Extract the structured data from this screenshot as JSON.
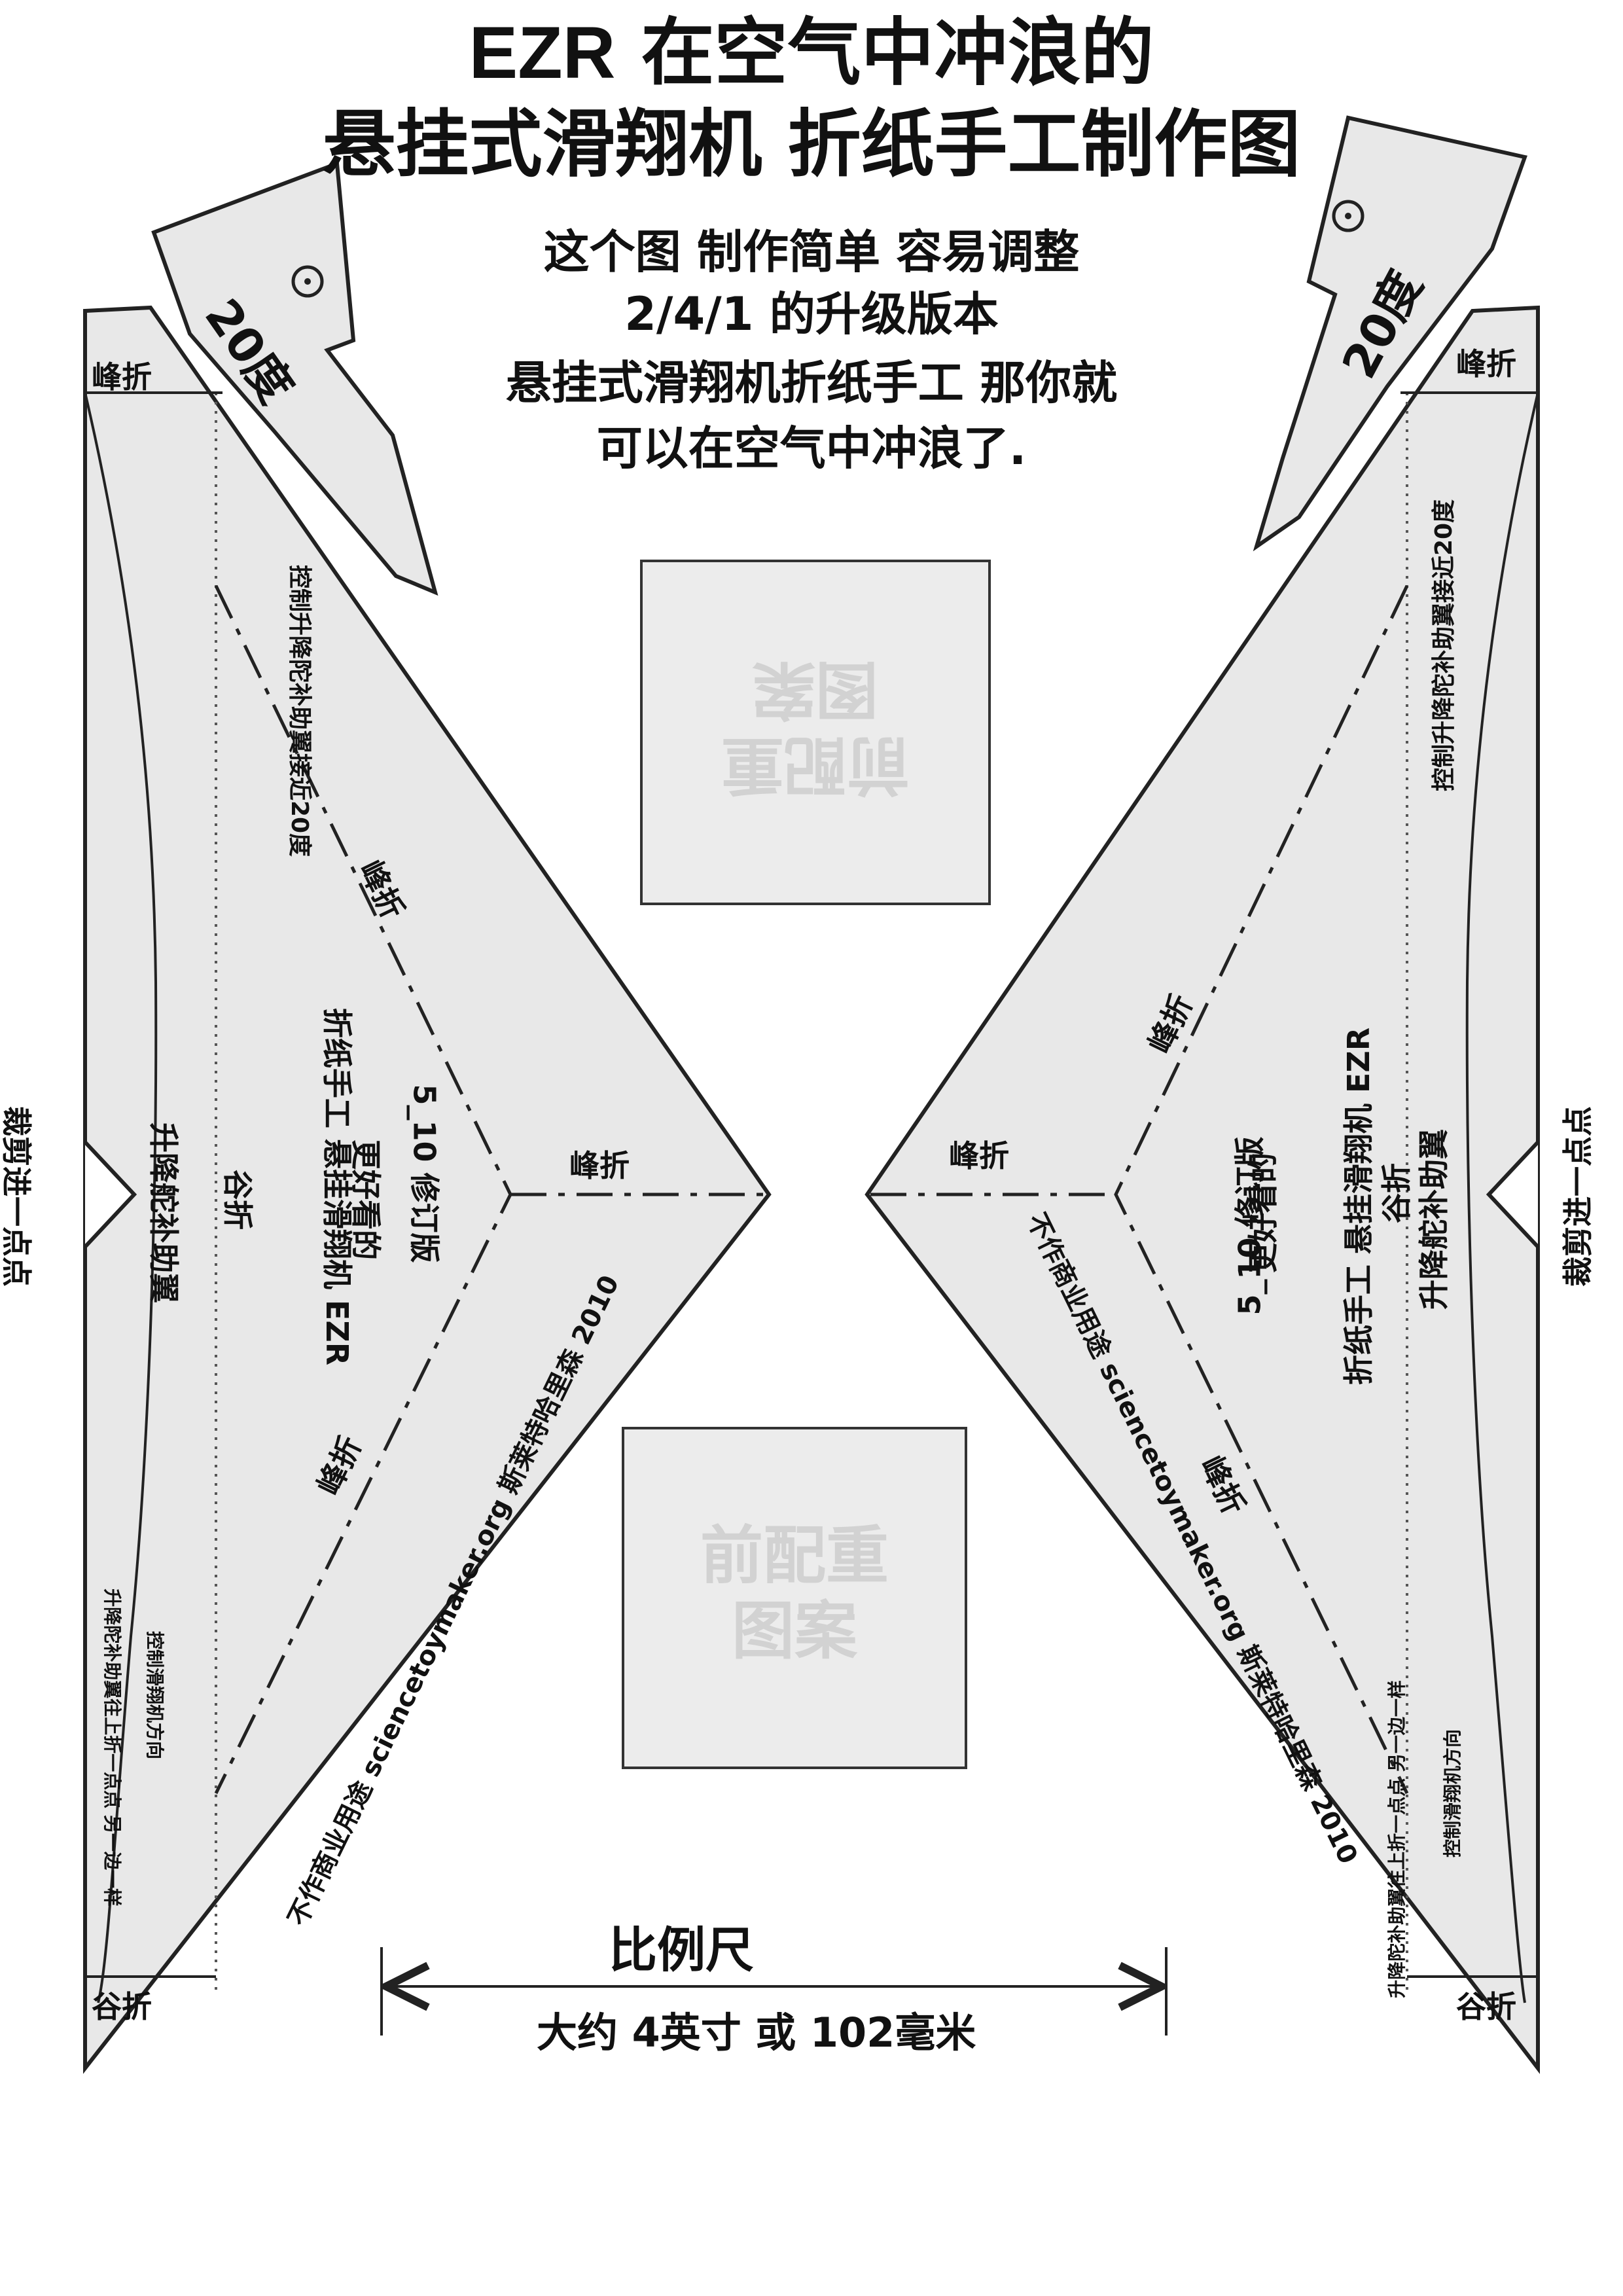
{
  "title": {
    "brand": "EZR",
    "line1_rest": "在空气中冲浪的",
    "line2": "悬挂式滑翔机 折纸手工制作图"
  },
  "subtitle": [
    "这个图 制作简单 容易调整",
    "2/4/1 的升级版本",
    "悬挂式滑翔机折纸手工 那你就",
    "可以在空气中冲浪了."
  ],
  "fin_angle": "20度",
  "ballast_pad_label": "前配重图案",
  "ballast_pad_lines": [
    "前配重",
    "图案"
  ],
  "wing_labels": {
    "mountain_fold": "峰折",
    "valley_fold": "谷折",
    "elevator_control": "控制升降陀补助翼接近20度",
    "cut_in": "裁剪进一点点",
    "elevon": "升降舵补助翼",
    "version": [
      "5_10 修订版",
      "更好看的",
      "折纸手工 悬挂滑翔机 EZR"
    ],
    "credit": "不作商业用途 sciencetoymaker.org 斯莱特哈里森 2010",
    "steer_line1": "升降陀补助翼往上折一点点 另一边一样",
    "steer_line2": "控制滑翔机方向"
  },
  "scale": {
    "label": "比例尺",
    "value": "大约 4英寸 或 102毫米"
  },
  "colors": {
    "paper": "#e8e8e8",
    "line": "#222222",
    "pad": "#ececec",
    "pad_text": "#d2d2d2"
  }
}
